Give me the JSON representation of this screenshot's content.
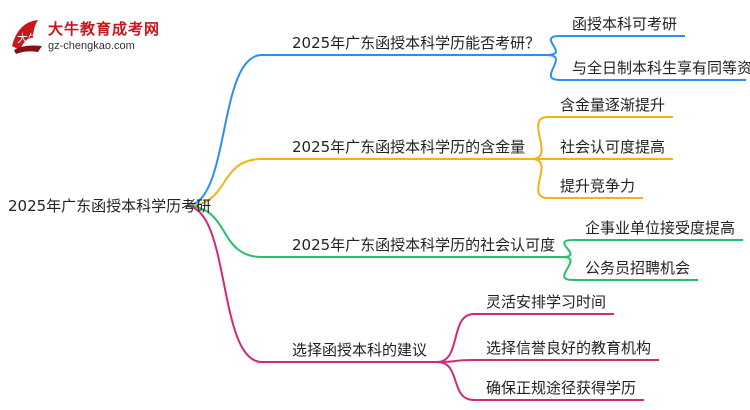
{
  "logo": {
    "title": "大牛教育成考网",
    "url": "gz-chengkao.com",
    "mark_text": "大牛"
  },
  "root": {
    "label": "2025年广东函授本科学历考研"
  },
  "branches": [
    {
      "label": "2025年广东函授本科学历能否考研？",
      "color": "#2a8ff0",
      "children": [
        "函授本科可考研",
        "与全日制本科生享有同等资格"
      ]
    },
    {
      "label": "2025年广东函授本科学历的含金量",
      "color": "#f2b413",
      "children": [
        "含金量逐渐提升",
        "社会认可度提高",
        "提升竞争力"
      ]
    },
    {
      "label": "2025年广东函授本科学历的社会认可度",
      "color": "#27c06a",
      "children": [
        "企事业单位接受度提高",
        "公务员招聘机会"
      ]
    },
    {
      "label": "选择函授本科的建议",
      "color": "#d02a7a",
      "children": [
        "灵活安排学习时间",
        "选择信誉良好的教育机构",
        "确保正规途径获得学历"
      ]
    }
  ]
}
